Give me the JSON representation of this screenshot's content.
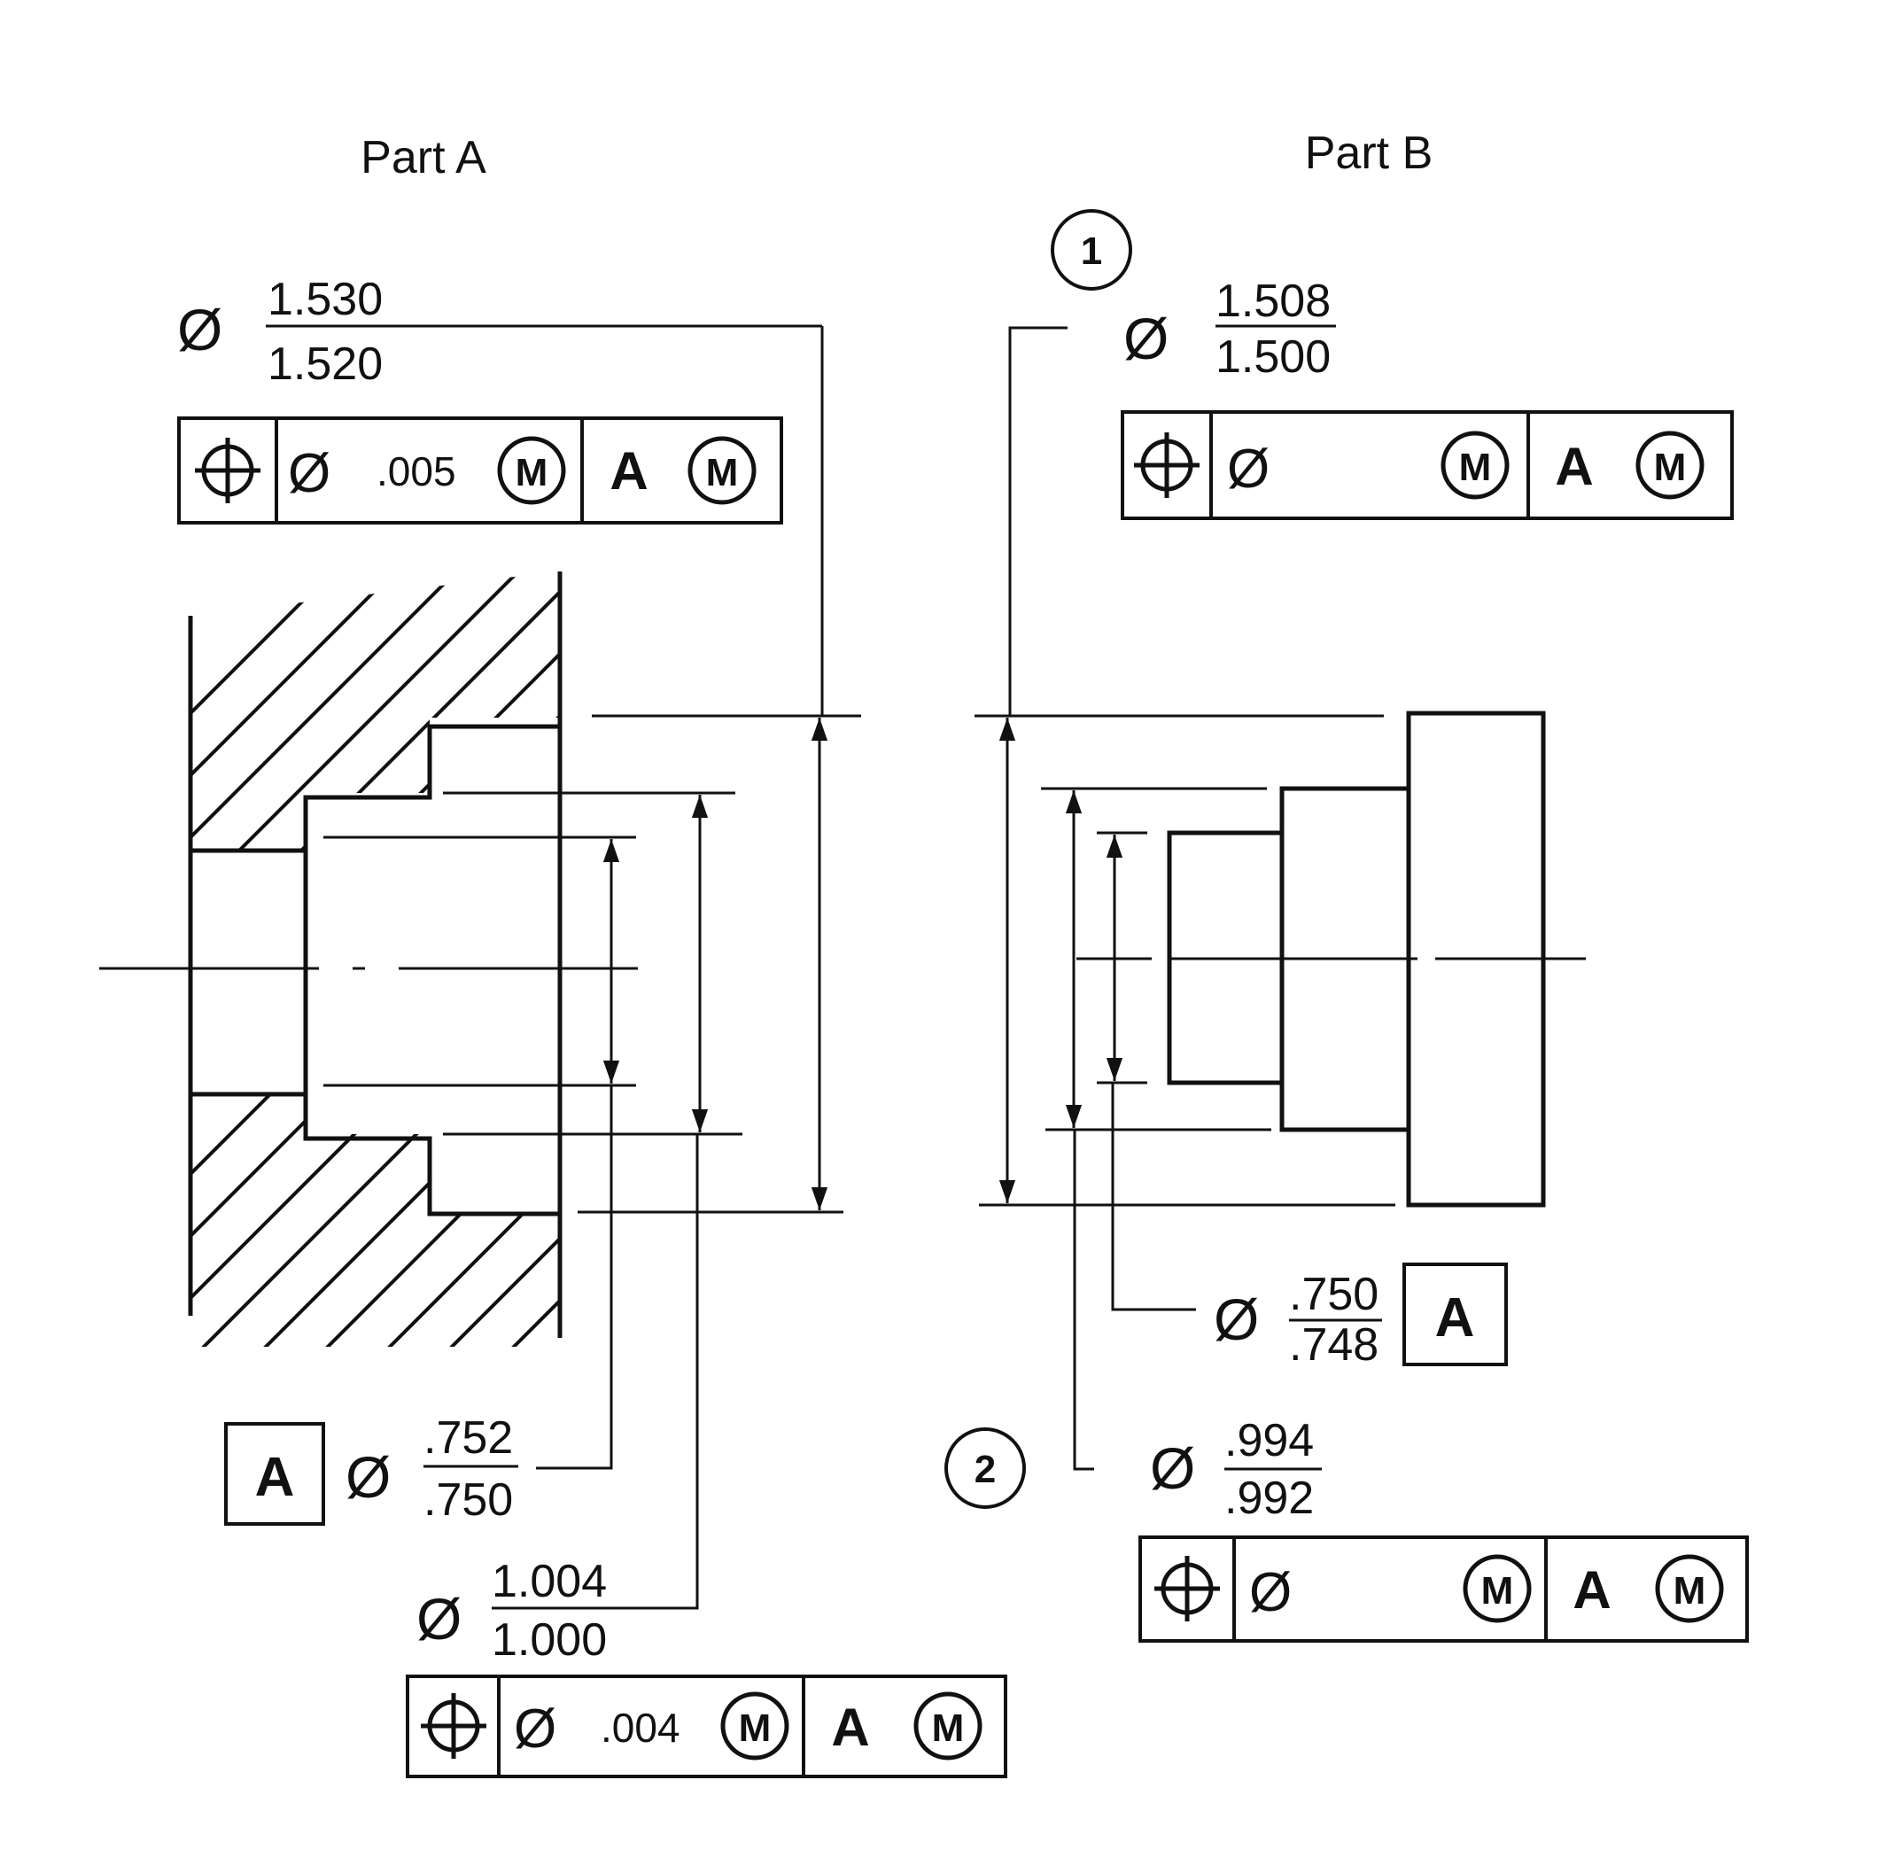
{
  "part_a": {
    "title": "Part A",
    "outer_dia": {
      "symbol": "Ø",
      "upper": "1.530",
      "lower": "1.520"
    },
    "outer_fcf": {
      "char": "position",
      "dia": "Ø",
      "tol": ".005",
      "mod1": "M",
      "datum": "A",
      "mod2": "M"
    },
    "small_dia": {
      "datum": "A",
      "symbol": "Ø",
      "upper": ".752",
      "lower": ".750"
    },
    "mid_dia": {
      "symbol": "Ø",
      "upper": "1.004",
      "lower": "1.000"
    },
    "mid_fcf": {
      "char": "position",
      "dia": "Ø",
      "tol": ".004",
      "mod1": "M",
      "datum": "A",
      "mod2": "M"
    }
  },
  "part_b": {
    "title": "Part B",
    "balloon1": "1",
    "outer_dia": {
      "symbol": "Ø",
      "upper": "1.508",
      "lower": "1.500"
    },
    "outer_fcf": {
      "char": "position",
      "dia": "Ø",
      "tol": "",
      "mod1": "M",
      "datum": "A",
      "mod2": "M"
    },
    "small_dia": {
      "symbol": "Ø",
      "upper": ".750",
      "lower": ".748",
      "datum": "A"
    },
    "balloon2": "2",
    "mid_dia": {
      "symbol": "Ø",
      "upper": ".994",
      "lower": ".992"
    },
    "mid_fcf": {
      "char": "position",
      "dia": "Ø",
      "tol": "",
      "mod1": "M",
      "datum": "A",
      "mod2": "M"
    }
  }
}
